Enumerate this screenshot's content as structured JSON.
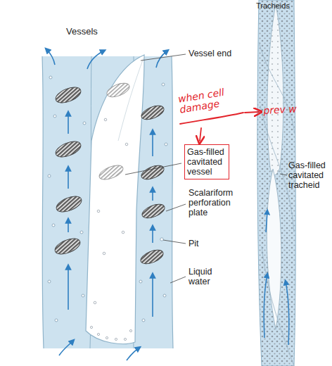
{
  "diagram": {
    "nodes": [
      {
        "text": [
          "Gas-filled cavitated vessel"
        ]
      }
    ],
    "labels": [
      "Tracheids",
      "Vessels",
      "Vessel end",
      "when cell damage",
      "prev w",
      "Scalariform perforation plate",
      "Pit",
      "Liquid water",
      "Gas-filled cavitated tracheid"
    ]
  }
}
